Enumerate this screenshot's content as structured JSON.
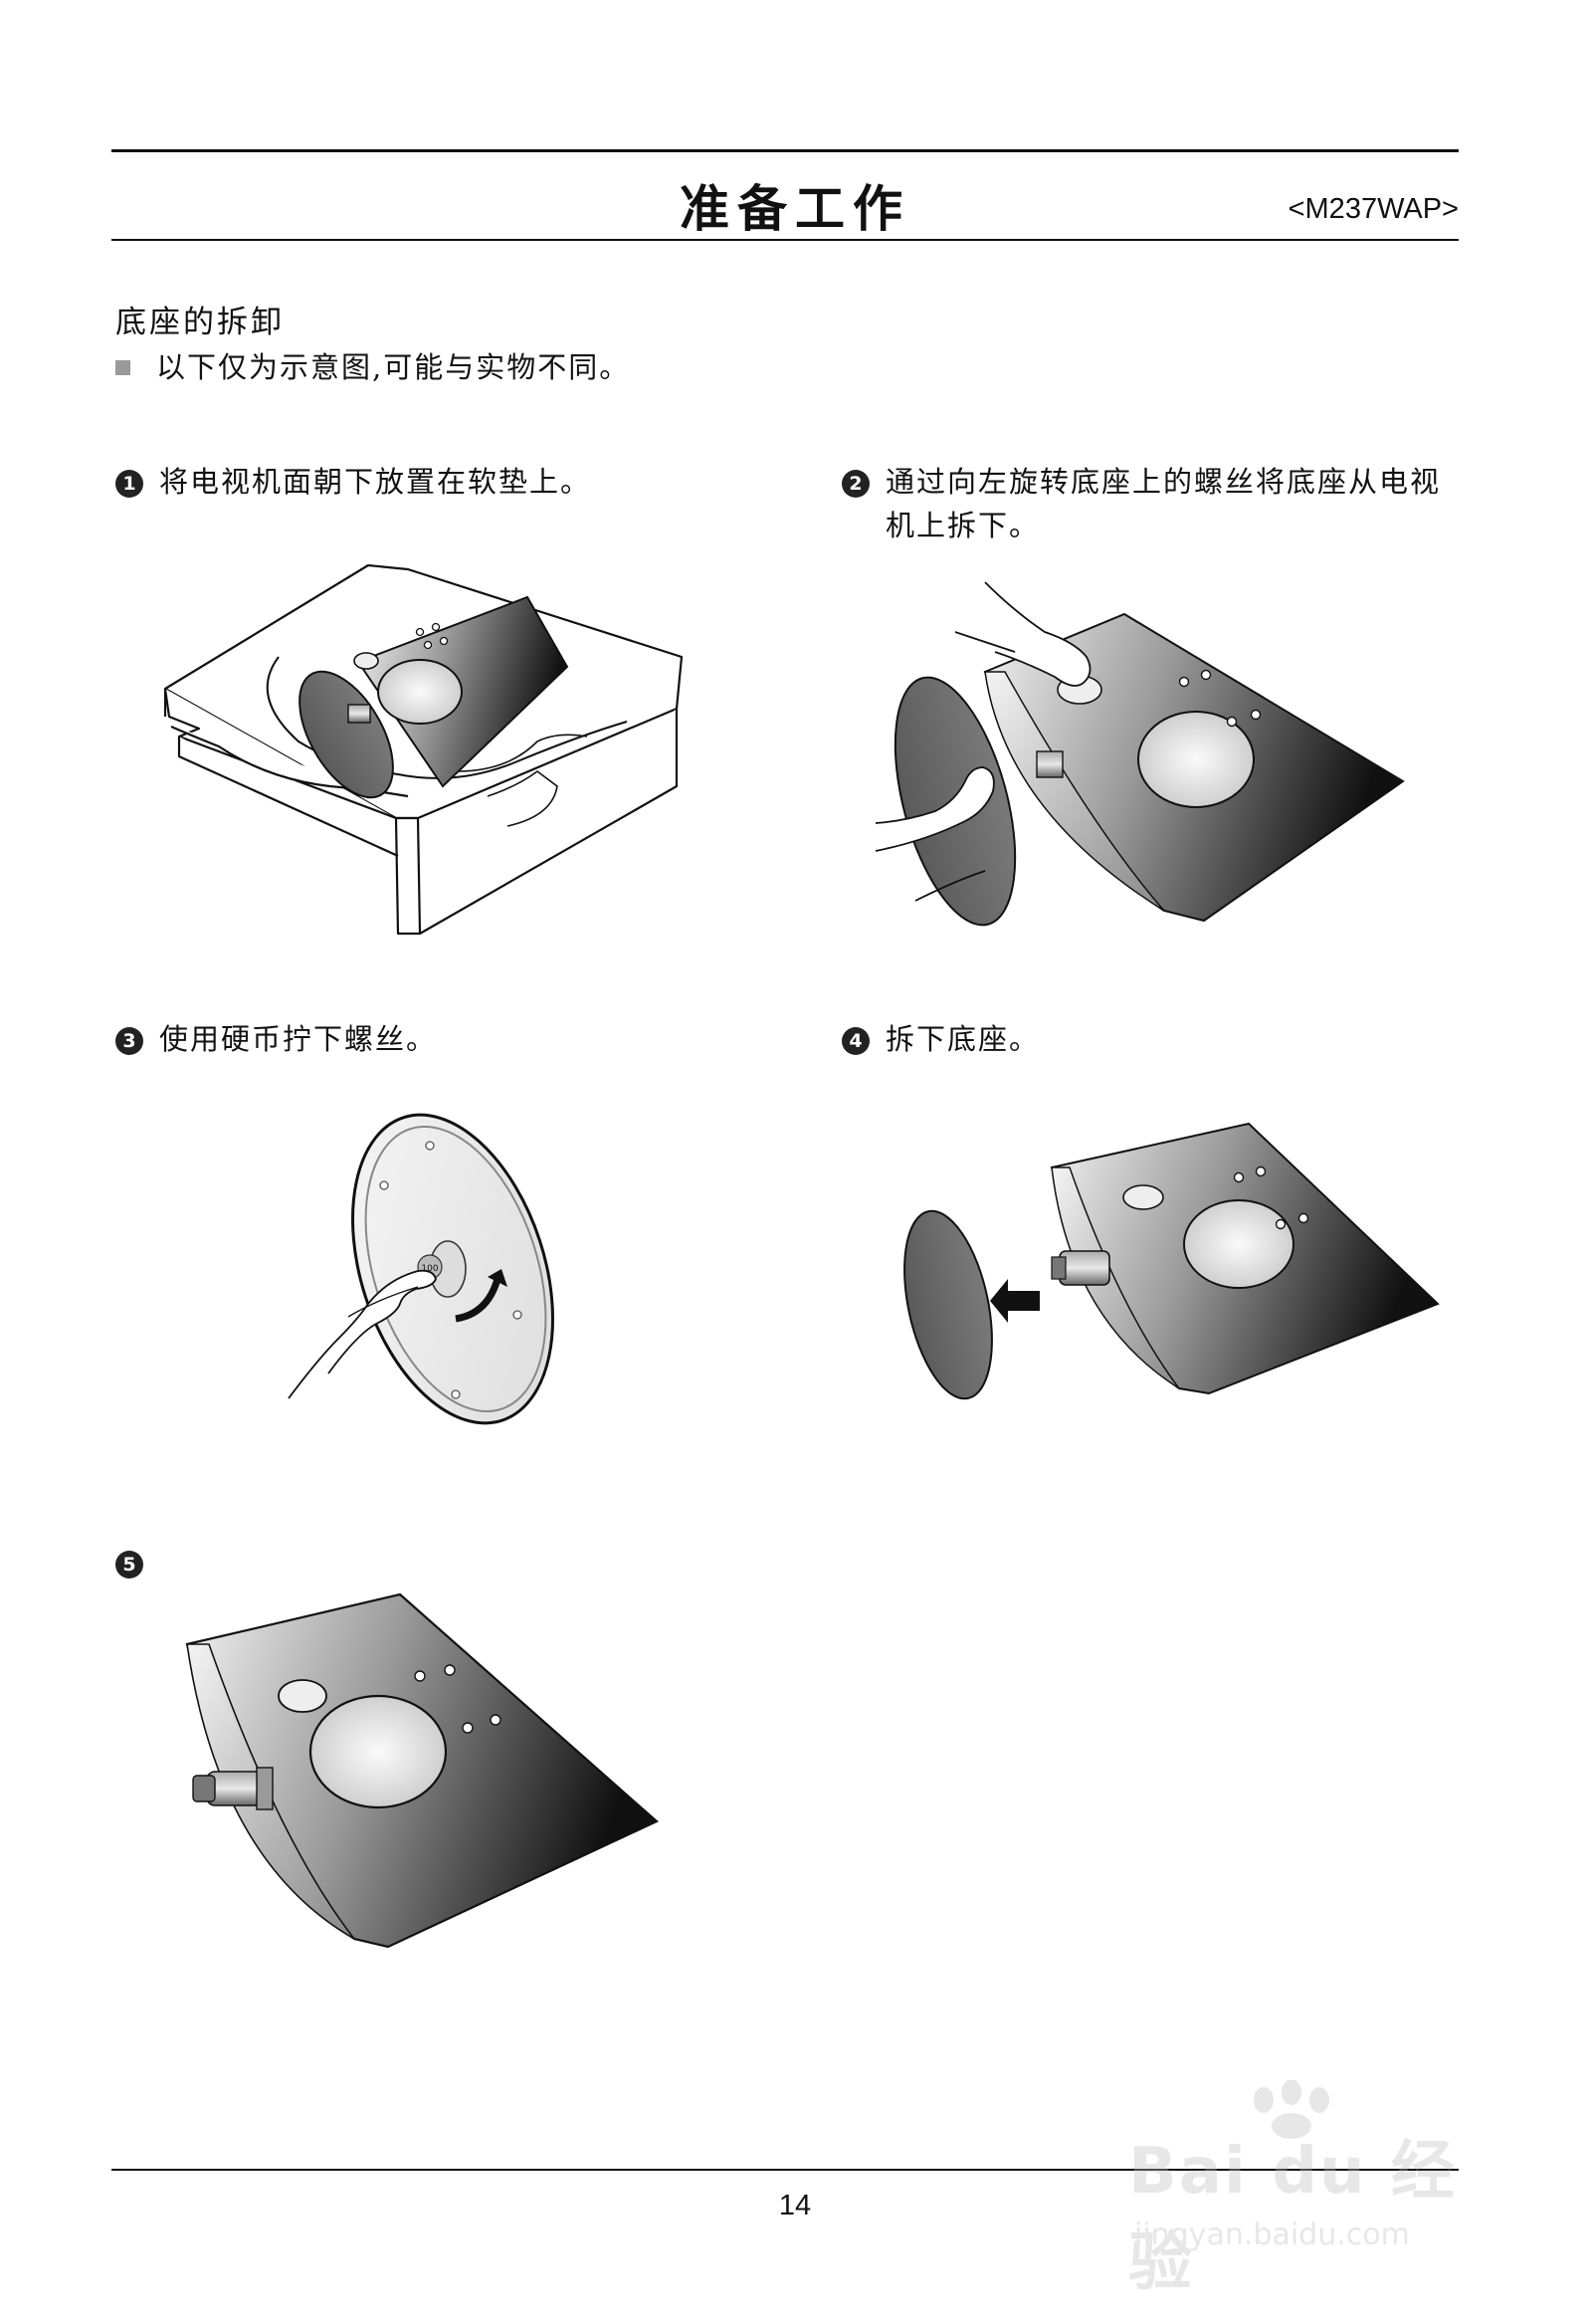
{
  "header": {
    "title": "准备工作",
    "model": "<M237WAP>"
  },
  "section": {
    "title": "底座的拆卸",
    "note": "以下仅为示意图,可能与实物不同。"
  },
  "steps": [
    {
      "num": "1",
      "text": "将电视机面朝下放置在软垫上。"
    },
    {
      "num": "2",
      "text_line1": "通过向左旋转底座上的螺丝将底座从电视",
      "text_line2": "机上拆下。"
    },
    {
      "num": "3",
      "text": "使用硬币拧下螺丝。",
      "coin_label": "100"
    },
    {
      "num": "4",
      "text": "拆下底座。"
    },
    {
      "num": "5"
    }
  ],
  "footer": {
    "page_number": "14"
  },
  "watermark": {
    "brand": "Bai du 经验",
    "site": "jingyan.baidu.com"
  }
}
